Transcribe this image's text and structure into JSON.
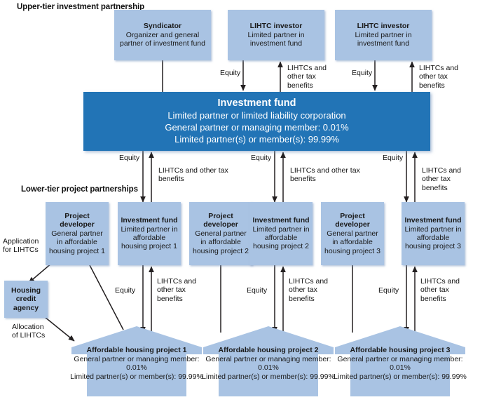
{
  "tiers": {
    "upper_label": "Upper-tier investment partnership",
    "lower_label": "Lower-tier project partnerships"
  },
  "colors": {
    "light_blue": "#a9c3e3",
    "dark_blue": "#2274b6",
    "text": "#1a1a1a",
    "line": "#231f20"
  },
  "nodes": {
    "syndicator": {
      "title": "Syndicator",
      "body": "Organizer and general partner of investment fund"
    },
    "investor_1": {
      "title": "LIHTC investor",
      "body": "Limited partner in investment fund"
    },
    "investor_2": {
      "title": "LIHTC investor",
      "body": "Limited partner in investment fund"
    },
    "investment_fund": {
      "title": "Investment fund",
      "line1": "Limited partner or limited liability corporation",
      "line2": "General partner or managing member: 0.01%",
      "line3": "Limited partner(s) or member(s): 99.99%"
    },
    "housing_credit_agency": {
      "title": "Housing credit agency"
    },
    "developer_1": {
      "title": "Project developer",
      "body": "General partner in affordable housing project 1"
    },
    "fund_lower_1": {
      "title": "Investment fund",
      "body": "Limited partner in affordable housing project 1"
    },
    "developer_2": {
      "title": "Project developer",
      "body": "General partner in affordable housing project 2"
    },
    "fund_lower_2": {
      "title": "Investment fund",
      "body": "Limited partner in affordable housing project 2"
    },
    "developer_3": {
      "title": "Project developer",
      "body": "General partner in affordable housing project 3"
    },
    "fund_lower_3": {
      "title": "Investment fund",
      "body": "Limited partner in affordable housing project 3"
    },
    "project_1": {
      "title": "Affordable housing project 1",
      "line1": "General partner or managing member: 0.01%",
      "line2": "Limited partner(s) or member(s): 99.99%"
    },
    "project_2": {
      "title": "Affordable housing project 2",
      "line1": "General partner or managing member: 0.01%",
      "line2": "Limited partner(s) or member(s): 99.99%"
    },
    "project_3": {
      "title": "Affordable housing project 3",
      "line1": "General partner or managing member: 0.01%",
      "line2": "Limited partner(s) or member(s): 99.99%"
    }
  },
  "edge_labels": {
    "equity_investor_1": "Equity",
    "benefits_investor_1": "LIHTCs and\nother tax\nbenefits",
    "equity_investor_2": "Equity",
    "benefits_investor_2": "LIHTCs and\nother tax\nbenefits",
    "equity_fund_1": "Equity",
    "benefits_fund_1": "LIHTCs and other tax\nbenefits",
    "equity_fund_2": "Equity",
    "benefits_fund_2": "LIHTCs and other tax\nbenefits",
    "equity_fund_3": "Equity",
    "benefits_fund_3": "LIHTCs and\nother tax\nbenefits",
    "equity_project_1": "Equity",
    "benefits_project_1": "LIHTCs and\nother tax\nbenefits",
    "equity_project_2": "Equity",
    "benefits_project_2": "LIHTCs and\nother tax\nbenefits",
    "equity_project_3": "Equity",
    "benefits_project_3": "LIHTCs and\nother tax\nbenefits",
    "application": "Application\nfor LIHTCs",
    "allocation": "Allocation\nof LIHTCs"
  }
}
